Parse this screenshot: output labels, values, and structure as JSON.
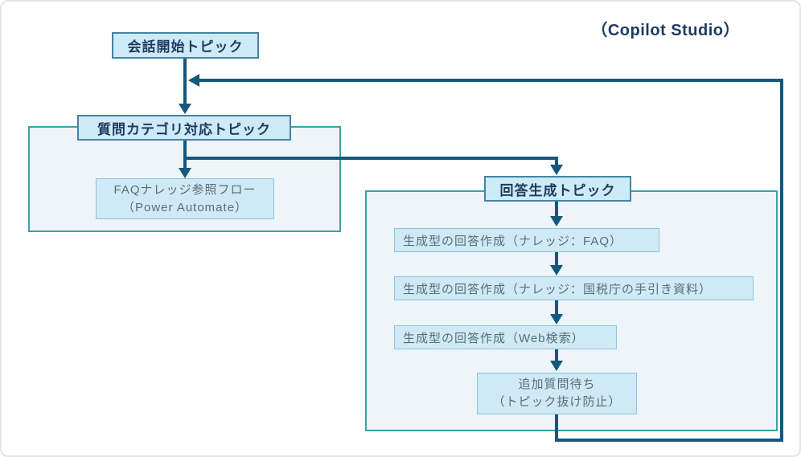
{
  "title": "（Copilot Studio）",
  "colors": {
    "arrow": "#15587c",
    "topic_fill": "#cdeaf7",
    "topic_border": "#4583a3",
    "topic_text": "#1d3a5f",
    "container_fill": "#edf5fb",
    "container_border": "#3aa2a6",
    "step_fill": "#cfe9f6",
    "step_border": "#8ec4d8",
    "step_text": "#5c6d78"
  },
  "nodes": {
    "start_topic": {
      "label": "会話開始トピック"
    },
    "category_topic": {
      "label": "質問カテゴリ対応トピック"
    },
    "faq_flow": {
      "line1": "FAQナレッジ参照フロー",
      "line2": "（Power Automate）"
    },
    "answer_topic": {
      "label": "回答生成トピック"
    },
    "gen_answer_faq": {
      "label": "生成型の回答作成（ナレッジ：FAQ）"
    },
    "gen_answer_nta": {
      "label": "生成型の回答作成（ナレッジ：国税庁の手引き資料）"
    },
    "gen_answer_web": {
      "label": "生成型の回答作成（Web検索）"
    },
    "wait_followup": {
      "line1": "追加質問待ち",
      "line2": "（トピック抜け防止）"
    }
  }
}
